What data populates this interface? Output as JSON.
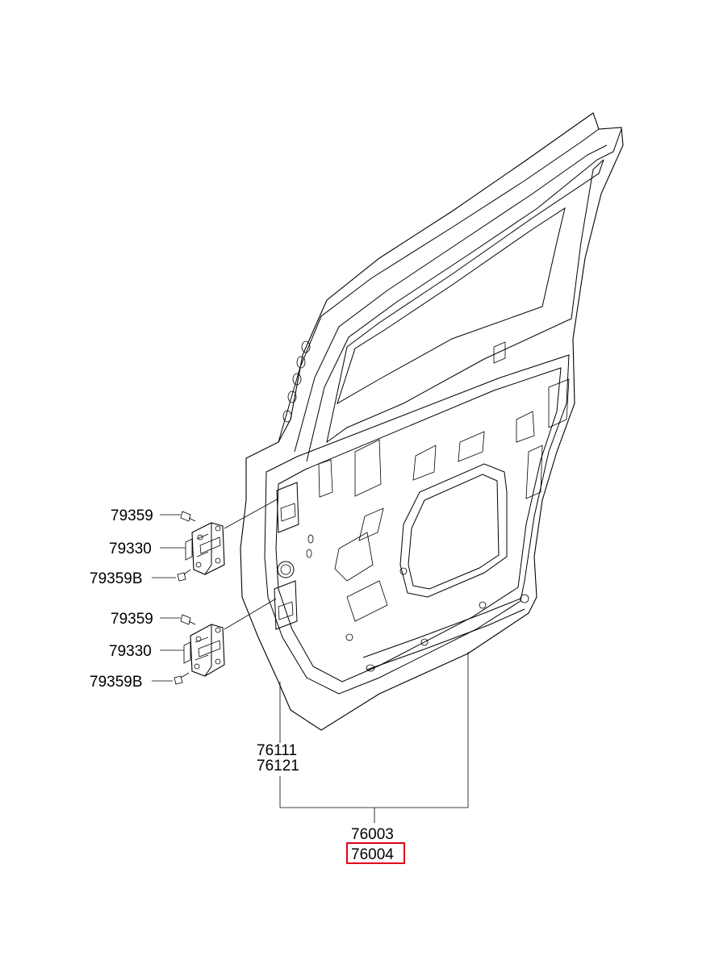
{
  "labels": {
    "hinge_upper_bolt": "79359",
    "hinge_upper": "79330",
    "hinge_upper_bolt_b": "79359B",
    "hinge_lower_bolt": "79359",
    "hinge_lower": "79330",
    "hinge_lower_bolt_b": "79359B",
    "panel_a": "76111",
    "panel_b": "76121",
    "assembly_a": "76003",
    "assembly_b": "76004"
  },
  "highlighted_part": "76004",
  "highlight_color": "#e0001b",
  "icons": {
    "hinge": "door-hinge-icon",
    "bolt": "bolt-icon",
    "door": "rear-door-panel-icon"
  }
}
